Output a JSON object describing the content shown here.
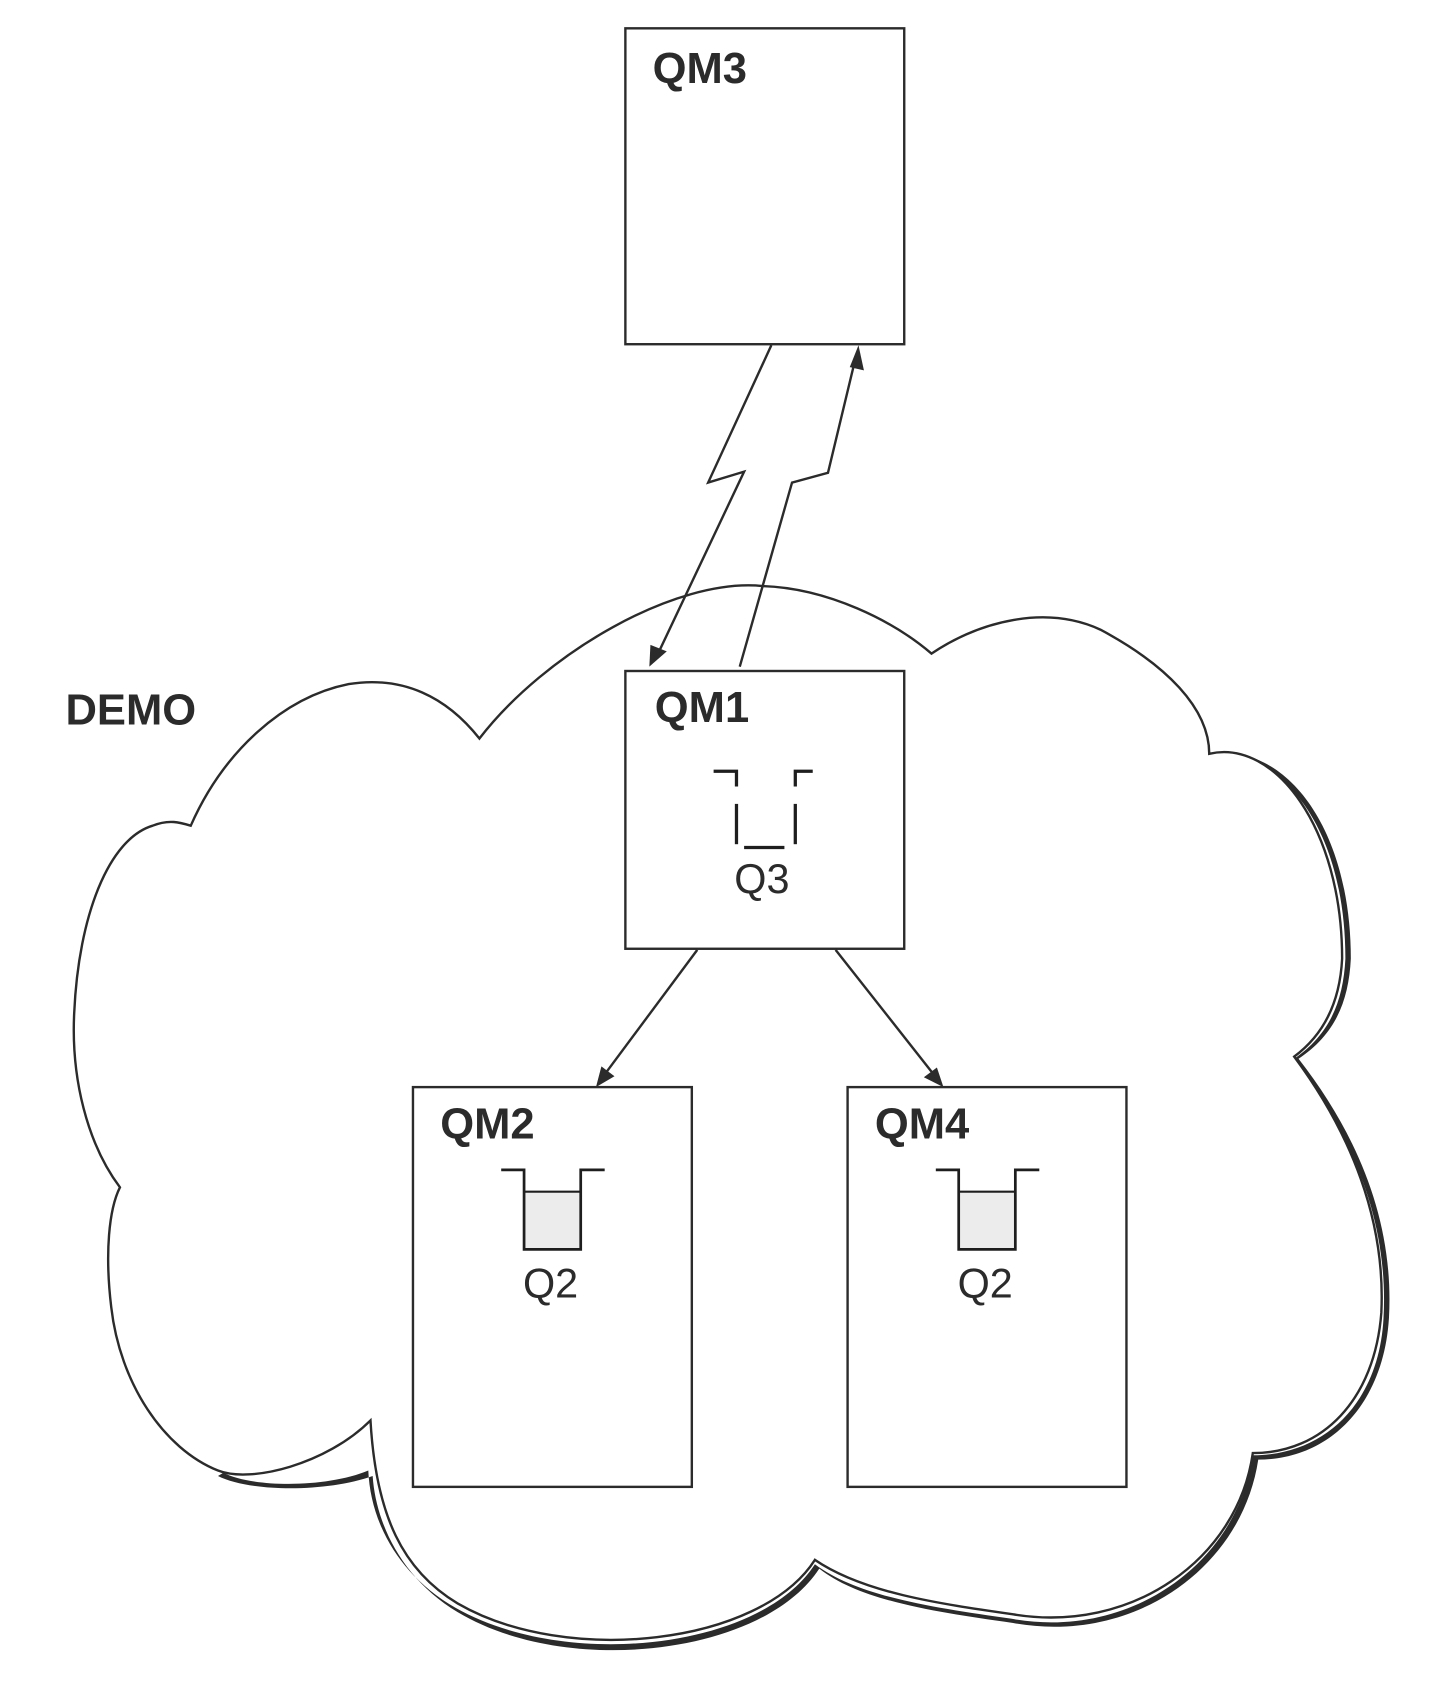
{
  "diagram": {
    "cluster": {
      "name": "DEMO"
    },
    "queue_managers": [
      {
        "id": "qm3",
        "label": "QM3",
        "in_cluster": false,
        "queue": null
      },
      {
        "id": "qm1",
        "label": "QM1",
        "in_cluster": true,
        "queue": {
          "label": "Q3",
          "type": "alias-dashed",
          "filled": false
        }
      },
      {
        "id": "qm2",
        "label": "QM2",
        "in_cluster": true,
        "queue": {
          "label": "Q2",
          "type": "local",
          "filled": true
        }
      },
      {
        "id": "qm4",
        "label": "QM4",
        "in_cluster": true,
        "queue": {
          "label": "Q2",
          "type": "local",
          "filled": true
        }
      }
    ],
    "connections": [
      {
        "from": "QM3",
        "to": "QM1",
        "style": "lightning-channel"
      },
      {
        "from": "QM1",
        "to": "QM3",
        "style": "lightning-channel"
      },
      {
        "from": "QM1",
        "to": "QM2",
        "style": "arrow"
      },
      {
        "from": "QM1",
        "to": "QM4",
        "style": "arrow"
      }
    ],
    "colors": {
      "ink": "#2b2b2b",
      "queue_fill": "#ececec",
      "background": "#ffffff"
    }
  }
}
